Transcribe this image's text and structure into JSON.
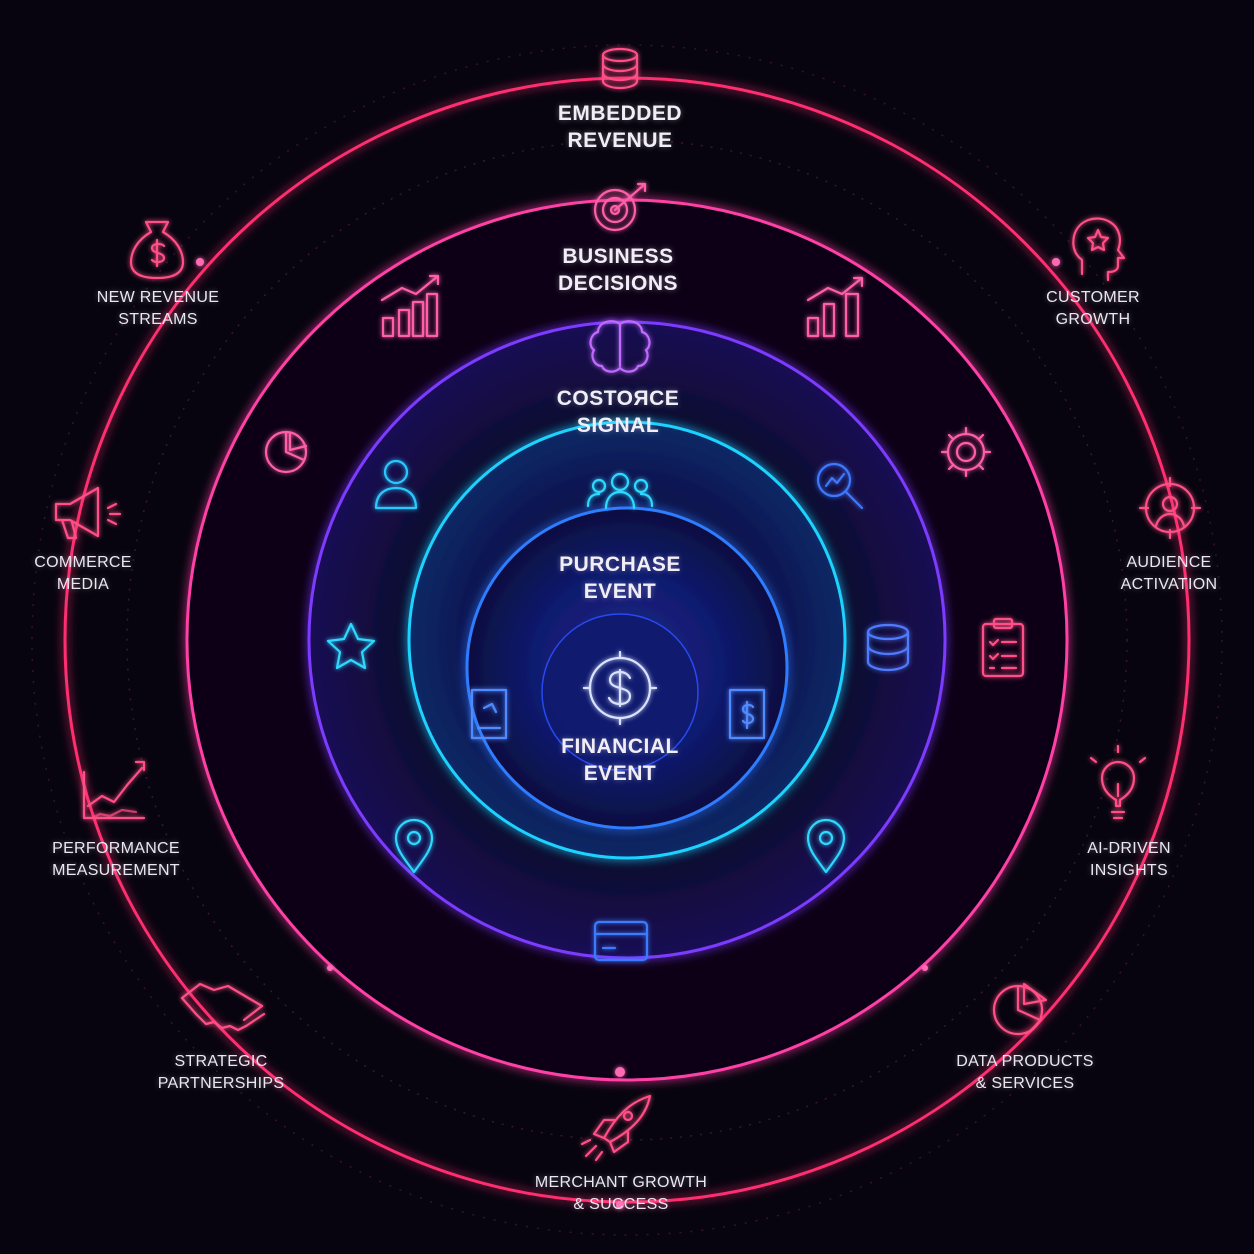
{
  "rings": [
    {
      "id": "embedded-revenue",
      "label": "EMBEDDED\nREVENUE"
    },
    {
      "id": "business-decisions",
      "label": "BUSINESS\nDECISIONS"
    },
    {
      "id": "costorce-signal",
      "label": "COSTOЯCE\nSIGNAL"
    },
    {
      "id": "purchase-event",
      "label": "PURCHASE\nEVENT"
    },
    {
      "id": "financial-event",
      "label": "FINANCIAL\nEVENT"
    }
  ],
  "outer_items": [
    {
      "label": "NEW REVENUE\nSTREAMS",
      "icon": "money-bag-icon"
    },
    {
      "label": "CUSTOMER\nGROWTH",
      "icon": "head-star-icon"
    },
    {
      "label": "COMMERCE\nMEDIA",
      "icon": "megaphone-icon"
    },
    {
      "label": "AUDIENCE\nACTIVATION",
      "icon": "audience-target-icon"
    },
    {
      "label": "PERFORMANCE\nMEASUREMENT",
      "icon": "growth-chart-icon"
    },
    {
      "label": "AI-DRIVEN\nINSIGHTS",
      "icon": "lightbulb-icon"
    },
    {
      "label": "STRATEGIC\nPARTNERSHIPS",
      "icon": "handshake-icon"
    },
    {
      "label": "DATA PRODUCTS\n& SERVICES",
      "icon": "pie-chart-icon"
    },
    {
      "label": "MERCHANT GROWTH\n& SUCCESS",
      "icon": "rocket-icon"
    }
  ],
  "colors": {
    "background": "#07040f",
    "outer_ring": "#ff2d6f",
    "ring2": "#ff3fa6",
    "ring3": "#8a3bff",
    "ring4": "#1fd2ff",
    "core": "#2f5bff"
  }
}
